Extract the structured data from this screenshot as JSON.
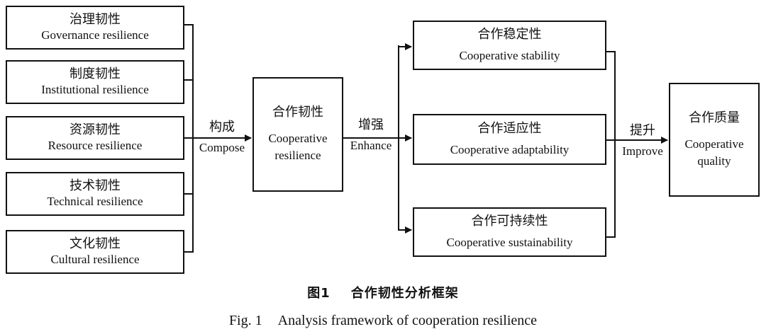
{
  "components": [
    {
      "zh": "治理韧性",
      "en": "Governance resilience"
    },
    {
      "zh": "制度韧性",
      "en": "Institutional resilience"
    },
    {
      "zh": "资源韧性",
      "en": "Resource resilience"
    },
    {
      "zh": "技术韧性",
      "en": "Technical resilience"
    },
    {
      "zh": "文化韧性",
      "en": "Cultural resilience"
    }
  ],
  "compose": {
    "zh": "构成",
    "en": "Compose"
  },
  "core": {
    "zh": "合作韧性",
    "en_line1": "Cooperative",
    "en_line2": "resilience"
  },
  "enhance": {
    "zh": "增强",
    "en": "Enhance"
  },
  "outcomes": [
    {
      "zh": "合作稳定性",
      "en": "Cooperative stability"
    },
    {
      "zh": "合作适应性",
      "en": "Cooperative adaptability"
    },
    {
      "zh": "合作可持续性",
      "en": "Cooperative sustainability"
    }
  ],
  "improve": {
    "zh": "提升",
    "en": "Improve"
  },
  "quality": {
    "zh": "合作质量",
    "en_line1": "Cooperative",
    "en_line2": "quality"
  },
  "caption": {
    "zh_label": "图1",
    "zh_title": "合作韧性分析框架",
    "en_label": "Fig. 1",
    "en_title": "Analysis framework of cooperation resilience"
  }
}
